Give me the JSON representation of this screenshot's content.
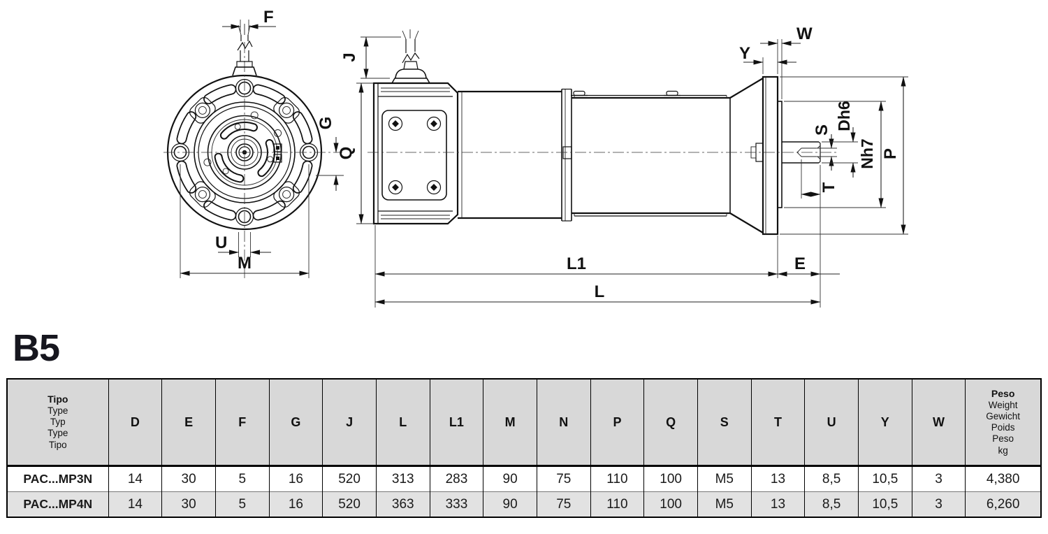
{
  "page": {
    "section_label": "B5"
  },
  "drawing": {
    "front_view_labels": {
      "f": "F",
      "g": "G",
      "u": "U",
      "m": "M"
    },
    "side_view_labels": {
      "j": "J",
      "q": "Q",
      "w": "W",
      "y": "Y",
      "s": "S",
      "dh6": "Dh6",
      "nh7": "Nh7",
      "p": "P",
      "t": "T",
      "e": "E",
      "l1": "L1",
      "l": "L"
    }
  },
  "table": {
    "type_header": {
      "primary": "Tipo",
      "alt": [
        "Type",
        "Typ",
        "Type",
        "Tipo"
      ]
    },
    "dim_columns": [
      "D",
      "E",
      "F",
      "G",
      "J",
      "L",
      "L1",
      "M",
      "N",
      "P",
      "Q",
      "S",
      "T",
      "U",
      "Y",
      "W"
    ],
    "weight_header": {
      "primary": "Peso",
      "alt": [
        "Weight",
        "Gewicht",
        "Poids",
        "Peso",
        "kg"
      ]
    },
    "rows": [
      {
        "type": "PAC...MP3N",
        "values": [
          "14",
          "30",
          "5",
          "16",
          "520",
          "313",
          "283",
          "90",
          "75",
          "110",
          "100",
          "M5",
          "13",
          "8,5",
          "10,5",
          "3",
          "4,380"
        ]
      },
      {
        "type": "PAC...MP4N",
        "values": [
          "14",
          "30",
          "5",
          "16",
          "520",
          "363",
          "333",
          "90",
          "75",
          "110",
          "100",
          "M5",
          "13",
          "8,5",
          "10,5",
          "3",
          "6,260"
        ]
      }
    ]
  },
  "colors": {
    "header_bg": "#d8d8d8",
    "row_alt_bg": "#e2e2e2",
    "line": "#111111",
    "heading_text": "#16161e"
  }
}
